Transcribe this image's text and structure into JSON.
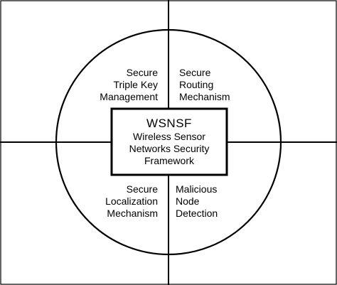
{
  "diagram": {
    "center": {
      "title": "WSNSF",
      "lines": [
        "Wireless Sensor",
        "Networks Security",
        "Framework"
      ]
    },
    "quadrants": {
      "top_left": [
        "Secure",
        "Triple Key",
        "Management"
      ],
      "top_right": [
        "Secure",
        "Routing",
        "Mechanism"
      ],
      "bottom_left": [
        "Secure",
        "Localization",
        "Mechanism"
      ],
      "bottom_right": [
        "Malicious",
        "Node",
        "Detection"
      ]
    },
    "colors": {
      "stroke": "#000000",
      "background": "#ffffff"
    }
  }
}
